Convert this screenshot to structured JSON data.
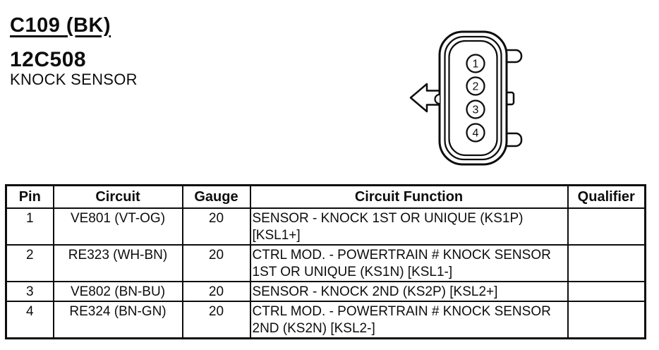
{
  "header": {
    "connector_id": "C109 (BK)",
    "part_number": "12C508",
    "component_name": "KNOCK SENSOR"
  },
  "connector_diagram": {
    "pins": [
      "1",
      "2",
      "3",
      "4"
    ],
    "arrow_icon": "left-arrow-icon"
  },
  "table": {
    "columns": [
      "Pin",
      "Circuit",
      "Gauge",
      "Circuit Function",
      "Qualifier"
    ],
    "rows": [
      {
        "pin": "1",
        "circuit": "VE801 (VT-OG)",
        "gauge": "20",
        "function": "SENSOR - KNOCK 1ST OR UNIQUE (KS1P) [KSL1+]",
        "qualifier": ""
      },
      {
        "pin": "2",
        "circuit": "RE323 (WH-BN)",
        "gauge": "20",
        "function": "CTRL MOD. - POWERTRAIN # KNOCK SENSOR 1ST OR UNIQUE (KS1N) [KSL1-]",
        "qualifier": ""
      },
      {
        "pin": "3",
        "circuit": "VE802 (BN-BU)",
        "gauge": "20",
        "function": "SENSOR - KNOCK 2ND (KS2P) [KSL2+]",
        "qualifier": ""
      },
      {
        "pin": "4",
        "circuit": "RE324 (BN-GN)",
        "gauge": "20",
        "function": "CTRL MOD. - POWERTRAIN # KNOCK SENSOR 2ND (KS2N) [KSL2-]",
        "qualifier": ""
      }
    ]
  },
  "colors": {
    "ink": "#0d0d0d",
    "background": "#ffffff"
  }
}
